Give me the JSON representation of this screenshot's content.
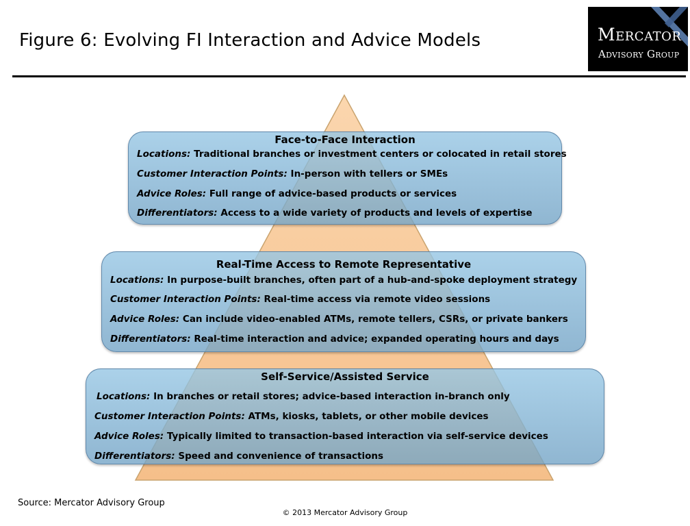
{
  "title": "Figure 6: Evolving FI Interaction and Advice Models",
  "logo": {
    "line1": "Mercator",
    "line2": "Advisory Group"
  },
  "tiers": [
    {
      "heading": "Face-to-Face Interaction",
      "rows": [
        {
          "label": "Locations:",
          "text": "Traditional branches or investment centers or colocated in retail stores"
        },
        {
          "label": "Customer Interaction Points:",
          "text": "In-person with tellers or SMEs"
        },
        {
          "label": "Advice Roles:",
          "text": "Full range of advice-based products or services"
        },
        {
          "label": "Differentiators:",
          "text": "Access to a wide variety of products and levels of expertise"
        }
      ]
    },
    {
      "heading": "Real-Time Access to Remote Representative",
      "rows": [
        {
          "label": "Locations:",
          "text": "In purpose-built branches, often part of a hub-and-spoke deployment strategy"
        },
        {
          "label": "Customer Interaction Points:",
          "text": "Real-time access via remote video sessions"
        },
        {
          "label": "Advice Roles:",
          "text": "Can include video-enabled ATMs, remote tellers, CSRs, or private bankers"
        },
        {
          "label": "Differentiators:",
          "text": "Real-time interaction and advice; expanded operating hours and days"
        }
      ]
    },
    {
      "heading": "Self-Service/Assisted Service",
      "rows": [
        {
          "label": "Locations:",
          "text": "In branches or retail stores; advice-based interaction in-branch only"
        },
        {
          "label": "Customer Interaction Points:",
          "text": "ATMs, kiosks, tablets, or other mobile devices"
        },
        {
          "label": "Advice Roles:",
          "text": "Typically limited to transaction-based  interaction via self-service devices"
        },
        {
          "label": "Differentiators:",
          "text": "Speed and convenience of transactions"
        }
      ]
    }
  ],
  "source": "Source:  Mercator Advisory Group",
  "copyright": "© 2013 Mercator Advisory Group",
  "colors": {
    "pyramid_fill": "#f8c89a",
    "pyramid_stroke": "#c9a36e",
    "tier_fill": "#8fbbd8",
    "logo_bg": "#000000",
    "logo_accent": "#5c7fb0"
  }
}
